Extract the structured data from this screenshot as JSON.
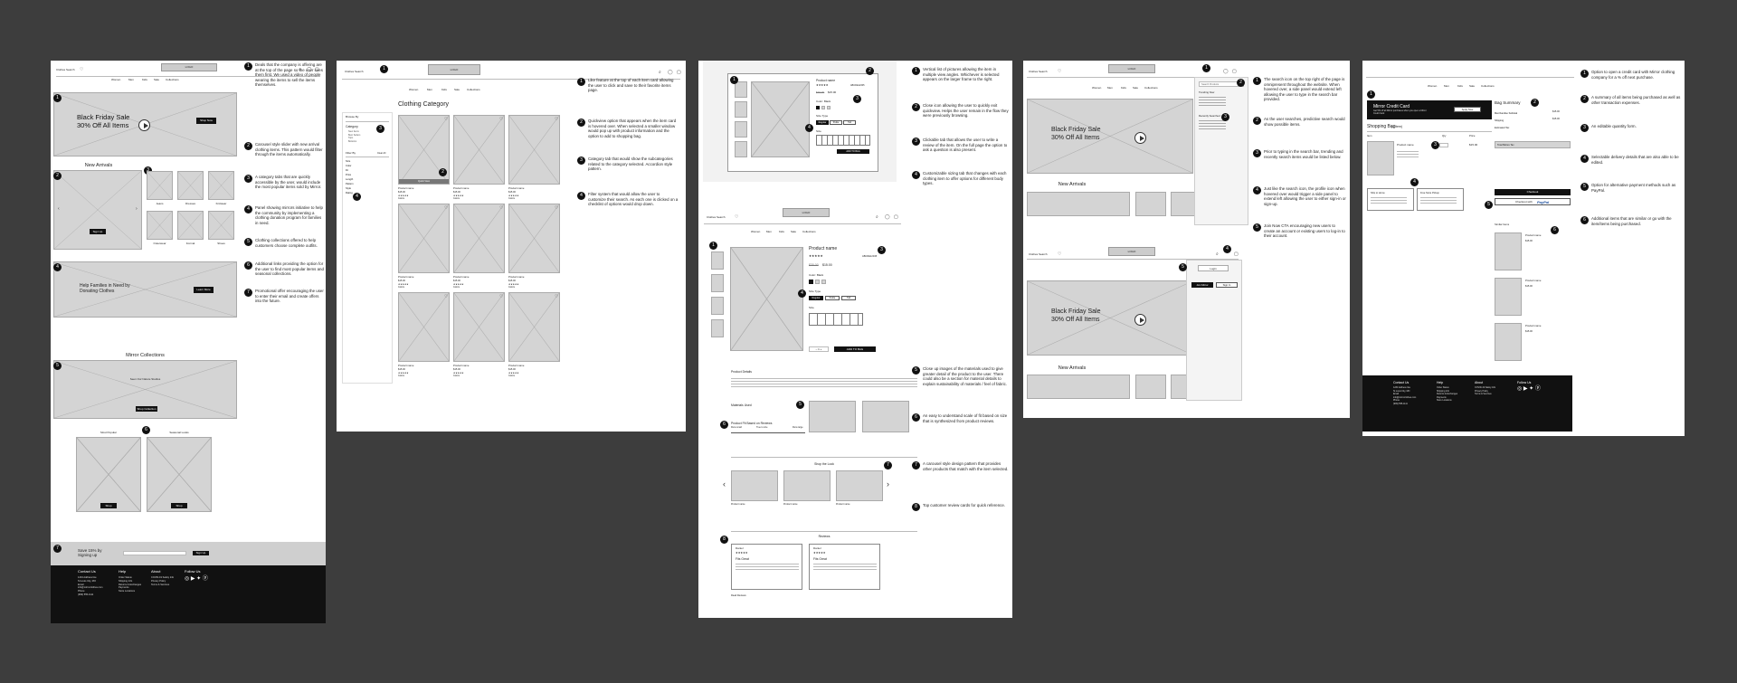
{
  "board1": {
    "nav": [
      "Women",
      "Men",
      "Kids",
      "Sale",
      "Collections"
    ],
    "logo": "LOGO",
    "hero_title": "Black Friday Sale",
    "hero_sub": "30% Off All Items",
    "hero_btn": "Shop Now",
    "new_arrivals": "New Arrivals",
    "arrivals_cats": [
      "Jeans",
      "Dresses",
      "Knitwear",
      "Outerwear",
      "Formal",
      "Shoes"
    ],
    "signup_btn": "Sign Up",
    "help_text": "Help Families in Need by Donating Clothes",
    "help_btn": "Learn More",
    "mirror_title": "Mirror Collections",
    "mirror_sub": "Seen Our Nature Studios",
    "mirror_btn": "Shop Collection",
    "picks": [
      "Most Popular",
      "Seasonal Looks"
    ],
    "pick_btn": "Shop",
    "save_text": "Save 15% by Signing up",
    "save_btn": "Sign Up",
    "notes": [
      "Deals that the company is offering are at the top of the page so the user sees them first. We used a video of people wearing the items to sell the items themselves.",
      "Carousel style slider with new arrival clothing items. This pattern would filter through the items automatically.",
      "A category tabs that are quickly accessible by the user, would include the most popular items sold by Mirror.",
      "Panel showing mirrors initiative to help the community by implementing a clothing donation program for families in need.",
      "Clothing collections offered to help customers choose complete outfits.",
      "Additional links providing the option for the user to find most popular items and seasonal collections.",
      "Promotional offer encouraging the user to enter their email and create offers into the future."
    ]
  },
  "footer": {
    "contact_h": "Contact Us",
    "contact_lines": [
      "1234 Address line",
      "St Louis City, MO",
      "Email",
      "info@mirrorclothes.com",
      "Phone",
      "(999) 555-1111"
    ],
    "help_h": "Help",
    "help_lines": [
      "Order Status",
      "Shipping Info",
      "Returns & Exchanges",
      "Payments",
      "Store Locations"
    ],
    "about_h": "About",
    "about_lines": [
      "COVID-19 Safety Info",
      "Privacy Policy",
      "Terms & Services"
    ],
    "follow_h": "Follow Us"
  },
  "board2": {
    "search_label": "Clothes Search",
    "logo": "LOGO",
    "nav": [
      "Women",
      "Men",
      "Kids",
      "Sale",
      "Collections"
    ],
    "page_title": "Clothing Category",
    "browse_by": "Browse By",
    "category": "Category",
    "cat_items": [
      "New Items",
      "Best Sellers",
      "Tops",
      "Bottoms"
    ],
    "filter_by": "Filter By",
    "clear_all": "Clear All",
    "filters": [
      "Size",
      "Color",
      "Fit",
      "Price",
      "Length",
      "Pattern",
      "Style",
      "Rating"
    ],
    "product_name": "Product name",
    "price": "$15.00",
    "colors": "Colors",
    "quick_view": "Quick View",
    "notes": [
      "Like feature at the top of each item card allowing the user to click and save to their favorite items page.",
      "Quickview option that appears when the item card is hovered over. When selected a smaller window would pop up with product information and the option to add to shopping bag.",
      "Category tab that would show the subcategories related to the category selected. Accordion style pattern.",
      "Filter system that would allow the user to customize their search. As each one is clicked on a checklist of options would drop down."
    ]
  },
  "board3": {
    "product_name": "Product name",
    "sku": "ABCDE12345",
    "old_price": "$30.00",
    "price": "$15.00",
    "color": "Color: Black",
    "size_type": "Size Type",
    "size_types": [
      "Regular",
      "Petite",
      "Tall"
    ],
    "size": "Size",
    "add_to_bag": "ADD TO BAG",
    "details_h": "Product Details",
    "materials_h": "Materials Used",
    "fit_h": "Product Fit Based on Reviews",
    "fit_labels": [
      "Runs small",
      "True to size",
      "Runs large"
    ],
    "shop_look": "Shop the Look",
    "reviews_h": "Reviews",
    "review_names": [
      "Daniel",
      "Daniel"
    ],
    "review_title": "Fits Great",
    "read_more": "Read Reviews",
    "notes": [
      "Vertical list of pictures allowing the item in multiple view angles. Whichever is selected appears on the larger frame to the right.",
      "Close icon allowing the user to quickly exit quickview. Helps the user remain in the flow they were previously browsing.",
      "Clickable tab that allows the user to write a review of the item. On the full page the option to ask a question is also present.",
      "Customizable sizing tab that changes with each clothing item to offer options for different body types.",
      "Close up images of the materials used to give greater detail of the product to the user. There could also be a section for material details to explain sustainability of materials / feel of fabric.",
      "An easy to understand scale of fit based on size that is synthesized from product reviews.",
      "A carousel style design pattern that provides other products that match with the item selected.",
      "Top customer review cards for quick reference."
    ]
  },
  "board4": {
    "search_label": "Clothes Search",
    "logo": "LOGO",
    "nav": [
      "Women",
      "Men",
      "Kids",
      "Sale",
      "Collections"
    ],
    "hero_title": "Black Friday Sale",
    "hero_sub": "30% Off All Items",
    "new_arrivals": "New Arrivals",
    "search_ph": "Search Products",
    "trending": "Trending Now",
    "recent": "Recently Searched",
    "login": "Login",
    "join": "Join Mirror",
    "sign_in": "Sign In",
    "notes": [
      "The search icon on the top right of the page is omnipresent throughout the website. When hovered over, a side panel would extend left allowing the user to type in the search bar provided.",
      "As the user searches, predictive search would show possible items.",
      "Prior to typing in the search bar, trending and recently search items would be listed below.",
      "Just like the search icon, the profile icon when hovered over would trigger a side panel to extend left allowing the user to either sign-in or sign-up.",
      "Join Now CTA encouraging new users to create an account or existing users to log-in to their account."
    ]
  },
  "board5": {
    "card_title": "Mirror Credit Card",
    "card_sub": "Get 5% off all Mirror purchases when you open a Mirror Credit Card",
    "apply": "Apply Now",
    "bag_summary": "Bag Summary",
    "shopping_bag": "Shopping Bag",
    "items": "(1 Item)",
    "col_item": "Item",
    "col_qty": "Qty",
    "col_price": "Price",
    "product_name": "Product name",
    "price": "$15.00",
    "summary_rows": [
      "Merchandise Subtotal",
      "Shipping",
      "Estimated Tax",
      "Total Before Tax"
    ],
    "checkout": "Checkout",
    "checkout_with": "Checkout with",
    "paypal": "PayPal",
    "delivery_h": "Ship to Home",
    "pickup_h": "Free Store Pickup",
    "similar": "Similar Items",
    "notes": [
      "Option to open a credit card with Mirror clothing company for a % off next purchase.",
      "A summary of all items being purchased as well as other transaction expenses.",
      "An editable quantity form.",
      "Selectable delivery details that are also able to be edited.",
      "Option for alternative payment methods such as PayPal.",
      "Additional items that are similar or go with the item/items being purchased."
    ]
  }
}
